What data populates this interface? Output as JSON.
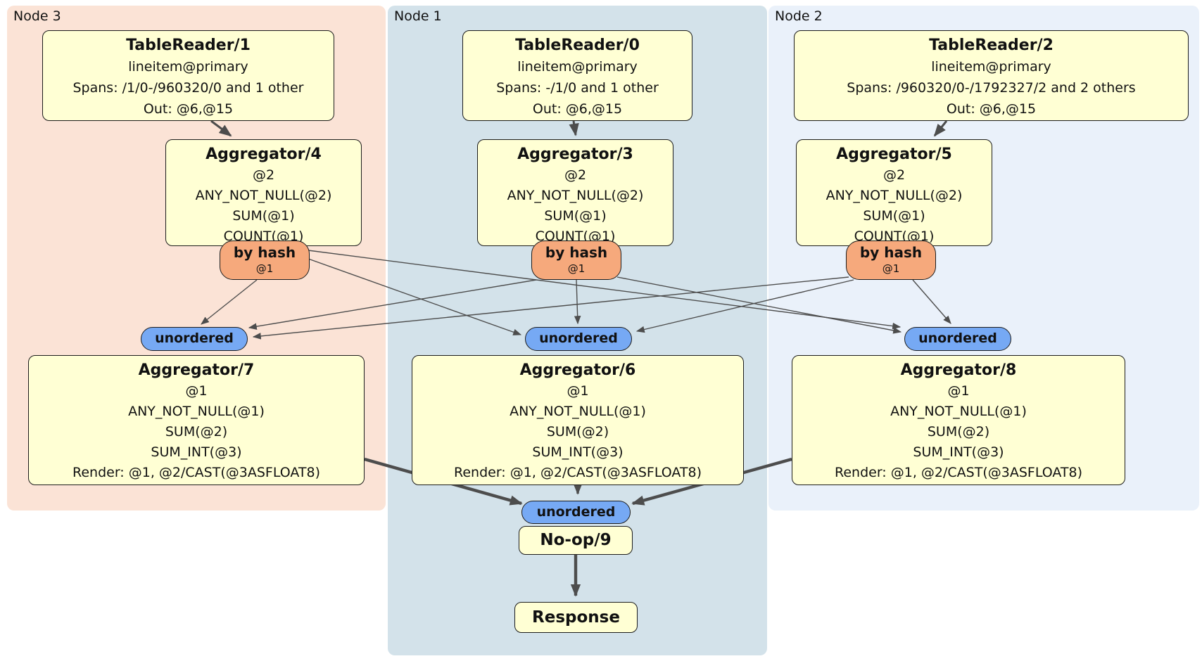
{
  "regions": [
    {
      "label": "Node 3"
    },
    {
      "label": "Node 1"
    },
    {
      "label": "Node 2"
    }
  ],
  "processors": {
    "tr1": {
      "title": "TableReader/1",
      "lines": [
        "lineitem@primary",
        "Spans: /1/0-/960320/0 and 1 other",
        "Out: @6,@15"
      ]
    },
    "tr0": {
      "title": "TableReader/0",
      "lines": [
        "lineitem@primary",
        "Spans: -/1/0 and 1 other",
        "Out: @6,@15"
      ]
    },
    "tr2": {
      "title": "TableReader/2",
      "lines": [
        "lineitem@primary",
        "Spans: /960320/0-/1792327/2 and 2 others",
        "Out: @6,@15"
      ]
    },
    "agg4": {
      "title": "Aggregator/4",
      "lines": [
        "@2",
        "ANY_NOT_NULL(@2)",
        "SUM(@1)",
        "COUNT(@1)"
      ]
    },
    "agg3": {
      "title": "Aggregator/3",
      "lines": [
        "@2",
        "ANY_NOT_NULL(@2)",
        "SUM(@1)",
        "COUNT(@1)"
      ]
    },
    "agg5": {
      "title": "Aggregator/5",
      "lines": [
        "@2",
        "ANY_NOT_NULL(@2)",
        "SUM(@1)",
        "COUNT(@1)"
      ]
    },
    "agg7": {
      "title": "Aggregator/7",
      "lines": [
        "@1",
        "ANY_NOT_NULL(@1)",
        "SUM(@2)",
        "SUM_INT(@3)",
        "Render: @1, @2/CAST(@3ASFLOAT8)"
      ]
    },
    "agg6": {
      "title": "Aggregator/6",
      "lines": [
        "@1",
        "ANY_NOT_NULL(@1)",
        "SUM(@2)",
        "SUM_INT(@3)",
        "Render: @1, @2/CAST(@3ASFLOAT8)"
      ]
    },
    "agg8": {
      "title": "Aggregator/8",
      "lines": [
        "@1",
        "ANY_NOT_NULL(@1)",
        "SUM(@2)",
        "SUM_INT(@3)",
        "Render: @1, @2/CAST(@3ASFLOAT8)"
      ]
    },
    "noop": {
      "title": "No-op/9"
    },
    "response": {
      "title": "Response"
    }
  },
  "routers": [
    {
      "label": "by hash",
      "detail": "@1"
    },
    {
      "label": "by hash",
      "detail": "@1"
    },
    {
      "label": "by hash",
      "detail": "@1"
    }
  ],
  "syncs": [
    {
      "label": "unordered"
    },
    {
      "label": "unordered"
    },
    {
      "label": "unordered"
    },
    {
      "label": "unordered"
    }
  ],
  "colors": {
    "node3_bg": "#fbe3d6",
    "node1_bg": "#d3e2ea",
    "node2_bg": "#eaf1fa",
    "processor_fill": "#ffffd4",
    "router_fill": "#f6a97c",
    "sync_fill": "#76a9f4",
    "edge": "#4d4d4d"
  }
}
